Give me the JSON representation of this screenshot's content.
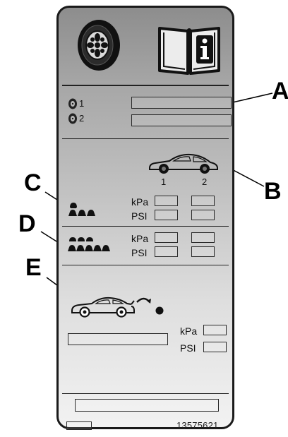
{
  "callouts": {
    "a": "A",
    "b": "B",
    "c": "C",
    "d": "D",
    "e": "E"
  },
  "tire_rows": {
    "row1": "1",
    "row2": "2"
  },
  "axles": {
    "front": "1",
    "rear": "2"
  },
  "units": {
    "kpa": "kPa",
    "psi": "PSI"
  },
  "part_number": "13575621",
  "icons": [
    "tire-icon",
    "owner-manual-info-icon",
    "car-side-icon",
    "car-trunk-load-icon",
    "occupants-icon"
  ]
}
